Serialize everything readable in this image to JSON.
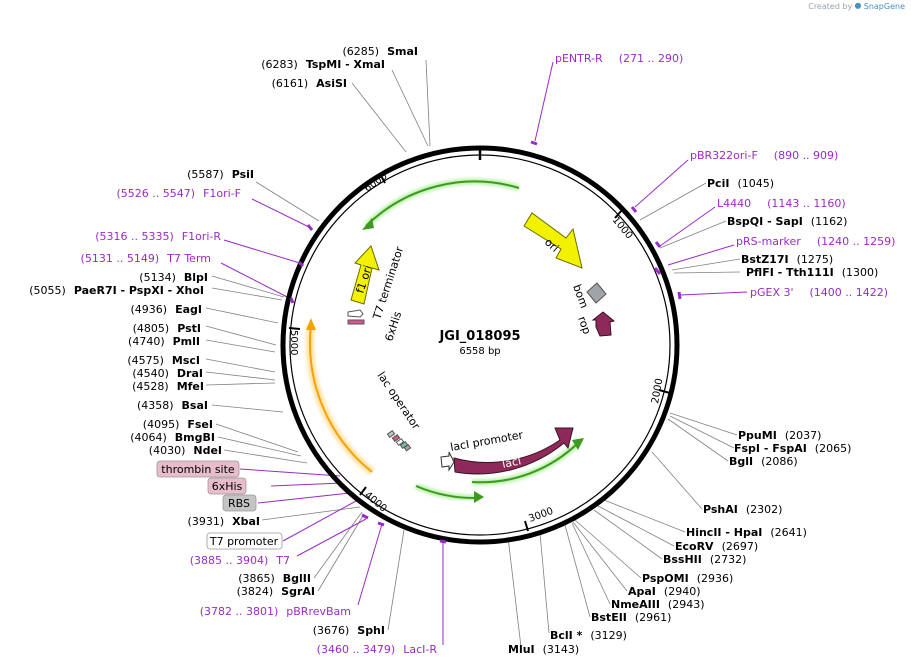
{
  "credit": {
    "prefix": "Created by",
    "brand": "SnapGene"
  },
  "plasmid": {
    "name": "JGI_018095",
    "size": "6558 bp"
  },
  "colors": {
    "primer": "#9a2bc8",
    "backbone": "#000000",
    "orf": "#8e2a59",
    "ori": "#f2f200",
    "amp": "#f4a300",
    "green": "#3c9a1e",
    "gray": "#9ea4aa"
  },
  "ticks": [
    "1000",
    "2000",
    "3000",
    "4000",
    "5000",
    "6000"
  ],
  "features": {
    "ori": "ori",
    "f1ori": "f1 ori",
    "lacI": "lacI",
    "rop": "rop",
    "bom": "bom",
    "lacI_promoter": "lacI promoter",
    "lac_operator": "lac operator",
    "t7_terminator": "T7 terminator",
    "his6": "6xHis"
  },
  "tags": {
    "thrombin": "thrombin site",
    "his": "6xHis",
    "rbs": "RBS",
    "t7promoter": "T7 promoter"
  },
  "enzymes_right": [
    {
      "pos": "(1045)",
      "name": "PciI"
    },
    {
      "pos": "(1162)",
      "name": "BspQI  - SapI"
    },
    {
      "pos": "(1275)",
      "name": "BstZ17I"
    },
    {
      "pos": "(1300)",
      "name": "PflFI  - Tth111I"
    },
    {
      "pos": "(2037)",
      "name": "PpuMI"
    },
    {
      "pos": "(2065)",
      "name": "FspI  - FspAI"
    },
    {
      "pos": "(2086)",
      "name": "BglI"
    },
    {
      "pos": "(2302)",
      "name": "PshAI"
    },
    {
      "pos": "(2641)",
      "name": "HincII  - HpaI"
    },
    {
      "pos": "(2697)",
      "name": "EcoRV"
    },
    {
      "pos": "(2732)",
      "name": "BssHII"
    },
    {
      "pos": "(2936)",
      "name": "PspOMI"
    },
    {
      "pos": "(2940)",
      "name": "ApaI"
    },
    {
      "pos": "(2943)",
      "name": "NmeAIII"
    },
    {
      "pos": "(2961)",
      "name": "BstEII"
    },
    {
      "pos": "(3129)",
      "name": "BclI *"
    },
    {
      "pos": "(3143)",
      "name": "MluI"
    }
  ],
  "enzymes_left": [
    {
      "pos": "(6285)",
      "name": "SmaI"
    },
    {
      "pos": "(6283)",
      "name": "TspMI  - XmaI"
    },
    {
      "pos": "(6161)",
      "name": "AsiSI"
    },
    {
      "pos": "(5587)",
      "name": "PsiI"
    },
    {
      "pos": "(5134)",
      "name": "BlpI"
    },
    {
      "pos": "(5055)",
      "name": "PaeR7I  - PspXI  - XhoI"
    },
    {
      "pos": "(4936)",
      "name": "EagI"
    },
    {
      "pos": "(4805)",
      "name": "PstI"
    },
    {
      "pos": "(4740)",
      "name": "PmlI"
    },
    {
      "pos": "(4575)",
      "name": "MscI"
    },
    {
      "pos": "(4540)",
      "name": "DraI"
    },
    {
      "pos": "(4528)",
      "name": "MfeI"
    },
    {
      "pos": "(4358)",
      "name": "BsaI"
    },
    {
      "pos": "(4095)",
      "name": "FseI"
    },
    {
      "pos": "(4064)",
      "name": "BmgBI"
    },
    {
      "pos": "(4030)",
      "name": "NdeI"
    },
    {
      "pos": "(3931)",
      "name": "XbaI"
    },
    {
      "pos": "(3865)",
      "name": "BglII"
    },
    {
      "pos": "(3824)",
      "name": "SgrAI"
    },
    {
      "pos": "(3676)",
      "name": "SphI"
    }
  ],
  "primers": [
    {
      "name": "pENTR-R",
      "range": "(271 .. 290)"
    },
    {
      "name": "pBR322ori-F",
      "range": "(890 .. 909)"
    },
    {
      "name": "L4440",
      "range": "(1143 .. 1160)"
    },
    {
      "name": "pRS-marker",
      "range": "(1240 .. 1259)"
    },
    {
      "name": "pGEX 3'",
      "range": "(1400 .. 1422)"
    },
    {
      "name": "F1ori-F",
      "range": "(5526 .. 5547)"
    },
    {
      "name": "F1ori-R",
      "range": "(5316 .. 5335)"
    },
    {
      "name": "T7 Term",
      "range": "(5131 .. 5149)"
    },
    {
      "name": "T7",
      "range": "(3885 .. 3904)"
    },
    {
      "name": "pBRrevBam",
      "range": "(3782 .. 3801)"
    },
    {
      "name": "LacI-R",
      "range": "(3460 .. 3479)"
    }
  ]
}
